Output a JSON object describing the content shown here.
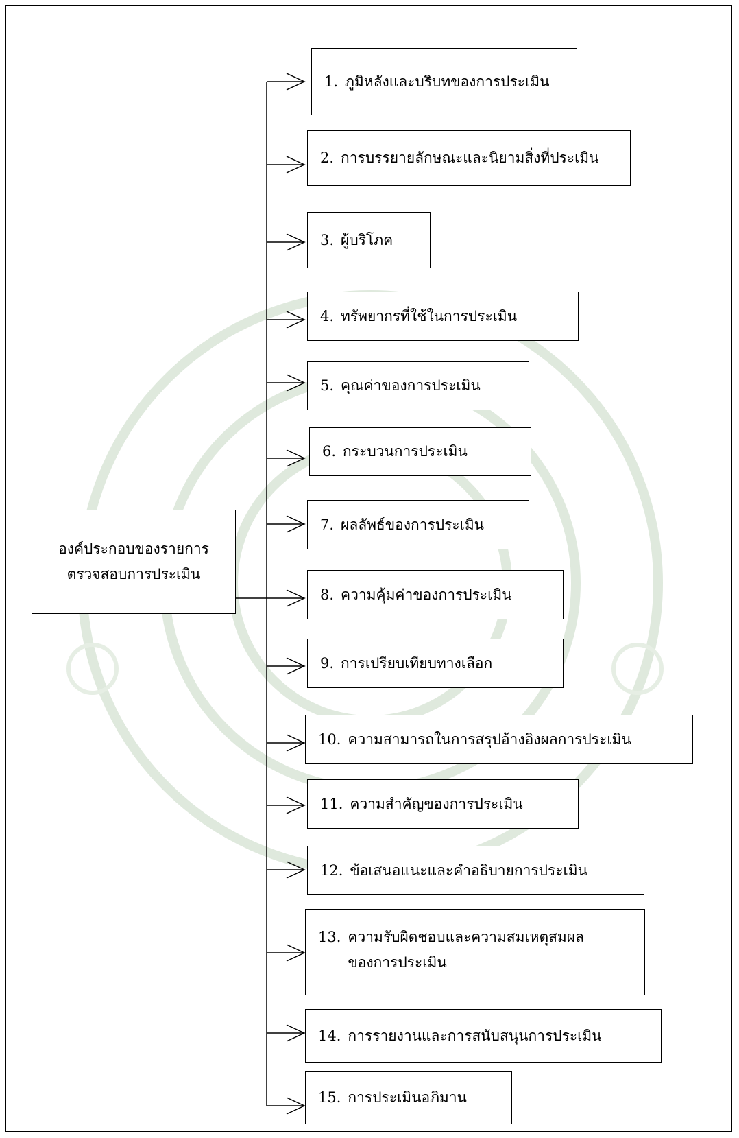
{
  "root": {
    "lines": [
      "องค์ประกอบของรายการ",
      "ตรวจสอบการประเมิน"
    ]
  },
  "items": [
    {
      "number": "1.",
      "text": "ภูมิหลังและบริบทของการประเมิน"
    },
    {
      "number": "2.",
      "text": "การบรรยายลักษณะและนิยามสิ่งที่ประเมิน"
    },
    {
      "number": "3.",
      "text": "ผู้บริโภค"
    },
    {
      "number": "4.",
      "text": "ทรัพยากรที่ใช้ในการประเมิน"
    },
    {
      "number": "5.",
      "text": "คุณค่าของการประเมิน"
    },
    {
      "number": "6.",
      "text": "กระบวนการประเมิน"
    },
    {
      "number": "7.",
      "text": "ผลลัพธ์ของการประเมิน"
    },
    {
      "number": "8.",
      "text": "ความคุ้มค่าของการประเมิน"
    },
    {
      "number": "9.",
      "text": "การเปรียบเทียบทางเลือก"
    },
    {
      "number": "10.",
      "text": "ความสามารถในการสรุปอ้างอิงผลการประเมิน"
    },
    {
      "number": "11.",
      "text": "ความสำคัญของการประเมิน"
    },
    {
      "number": "12.",
      "text": "ข้อเสนอแนะและคำอธิบายการประเมิน"
    },
    {
      "number": "13.",
      "text": "ความรับผิดชอบและความสมเหตุสมผล",
      "text2": "ของการประเมิน"
    },
    {
      "number": "14.",
      "text": "การรายงานและการสนับสนุนการประเมิน"
    },
    {
      "number": "15.",
      "text": "การประเมินอภิมาน"
    }
  ]
}
